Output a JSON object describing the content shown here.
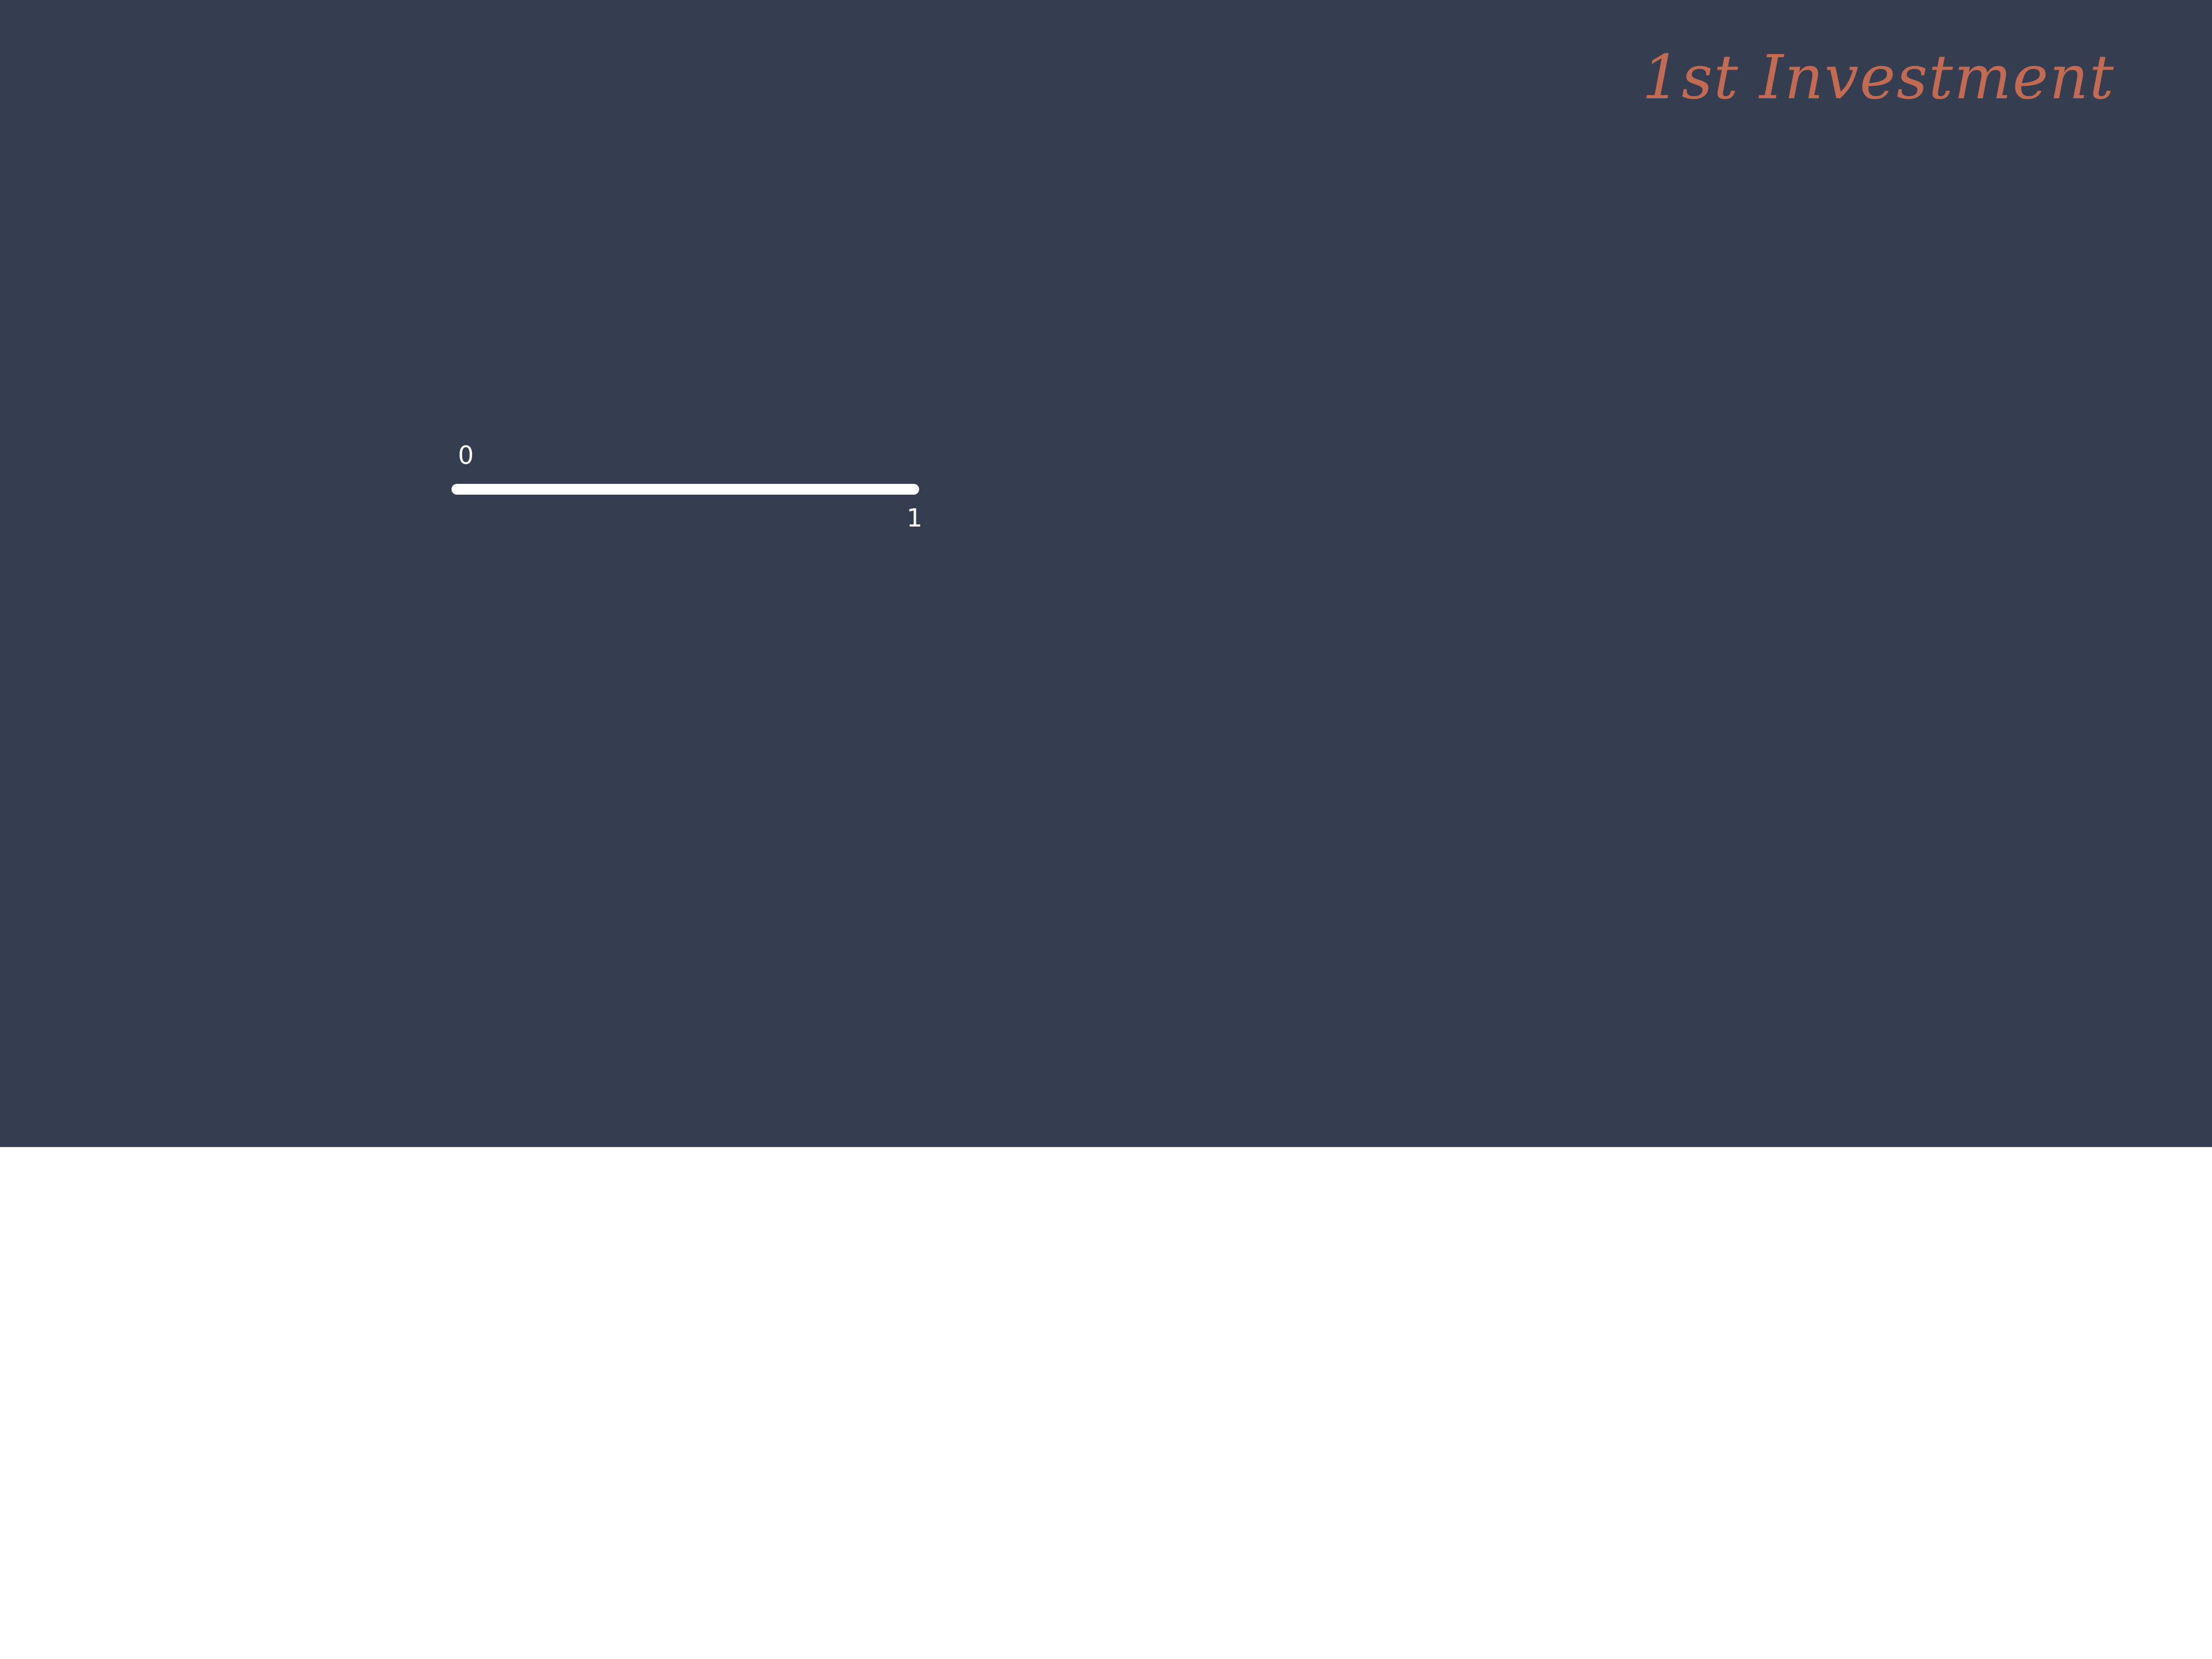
{
  "page": {
    "title": "1st Investment"
  },
  "range": {
    "min_label": "0",
    "max_label": "1",
    "fill": 1.0
  },
  "colors": {
    "background": "#343e50",
    "title": "#c36b52",
    "track": "#ffffff",
    "label": "#ffffff",
    "lower_area": "#ffffff"
  }
}
